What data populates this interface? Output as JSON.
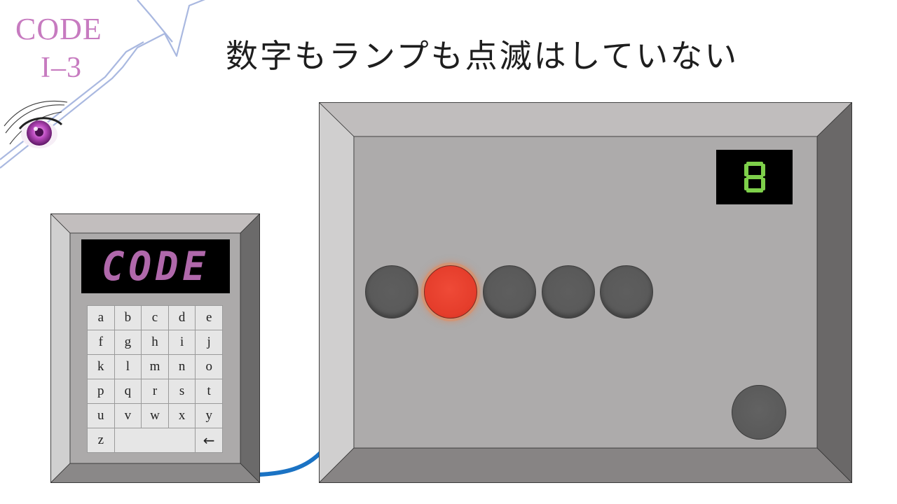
{
  "logo": {
    "line1": "CODE",
    "line2": "I–3",
    "eye_icon": "purple-eye"
  },
  "title": "数字もランプも点滅はしていない",
  "keypad": {
    "display_text": "CODE",
    "display_color": "#b068ab",
    "keys": [
      "a",
      "b",
      "c",
      "d",
      "e",
      "f",
      "g",
      "h",
      "i",
      "j",
      "k",
      "l",
      "m",
      "n",
      "o",
      "p",
      "q",
      "r",
      "s",
      "t",
      "u",
      "v",
      "w",
      "x",
      "y",
      "z"
    ],
    "space_key": "",
    "backspace_key": "←"
  },
  "panel": {
    "digit": "8",
    "digit_color": "#7ed04a",
    "lamps": [
      {
        "state": "off"
      },
      {
        "state": "on",
        "color": "#e53d2b"
      },
      {
        "state": "off"
      },
      {
        "state": "off"
      },
      {
        "state": "off"
      }
    ],
    "button_icon": "round-gray-button"
  },
  "cable_color": "#1b73c4"
}
